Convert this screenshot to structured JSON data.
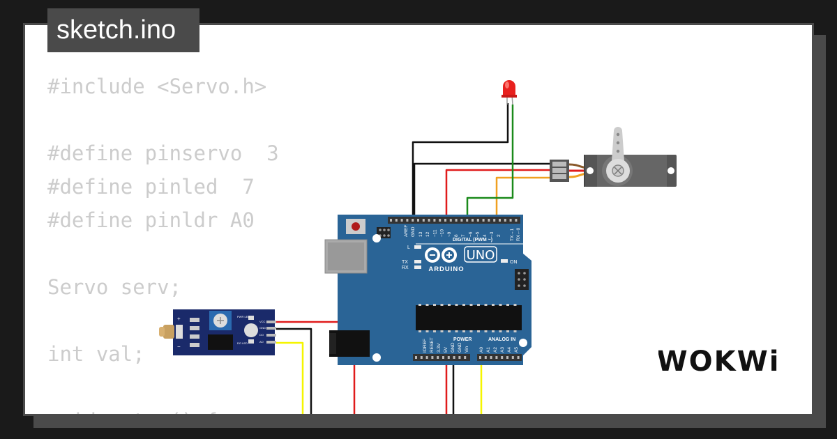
{
  "tab": {
    "filename": "sketch.ino"
  },
  "code_lines": [
    "#include <Servo.h>",
    "",
    "#define pinservo  3",
    "#define pinled  7",
    "#define pinldr A0",
    "",
    "Servo serv;",
    "",
    "int val;",
    "",
    "void setup() {"
  ],
  "board": {
    "brand": "ARDUINO",
    "model": "UNO",
    "header_labels": {
      "digital": "DIGITAL (PWM ~)",
      "power": "POWER",
      "analog": "ANALOG IN",
      "aref": "AREF",
      "gnd": "GND",
      "tx": "TX",
      "rx": "RX",
      "l": "L",
      "on": "ON",
      "ioref": "IOREF",
      "reset": "RESET",
      "v33": "3.3V",
      "v5": "5V",
      "vin": "Vin",
      "txo": "TX→1",
      "rxi": "RX←0"
    },
    "digital_pins": [
      "13",
      "12",
      "~11",
      "~10",
      "~9",
      "8",
      "7",
      "~6",
      "~5",
      "4",
      "~3",
      "2"
    ],
    "analog_pins": [
      "A0",
      "A1",
      "A2",
      "A3",
      "A4",
      "A5"
    ]
  },
  "ldr_module": {
    "pin_labels": [
      "VCC",
      "GND",
      "DO",
      "AO"
    ],
    "led_labels": [
      "PWR LED",
      "DO LED"
    ],
    "polarity": [
      "+",
      "−"
    ]
  },
  "logo": {
    "text": "WOKWi"
  },
  "colors": {
    "background": "#1a1a1a",
    "card": "#ffffff",
    "frame": "#4a4a4a",
    "code_text": "#cccccc",
    "board": "#2a6496",
    "wire_black": "#111111",
    "wire_red": "#e01b1b",
    "wire_green": "#1b8a1b",
    "wire_orange": "#f0a020",
    "wire_yellow": "#f5f500"
  }
}
